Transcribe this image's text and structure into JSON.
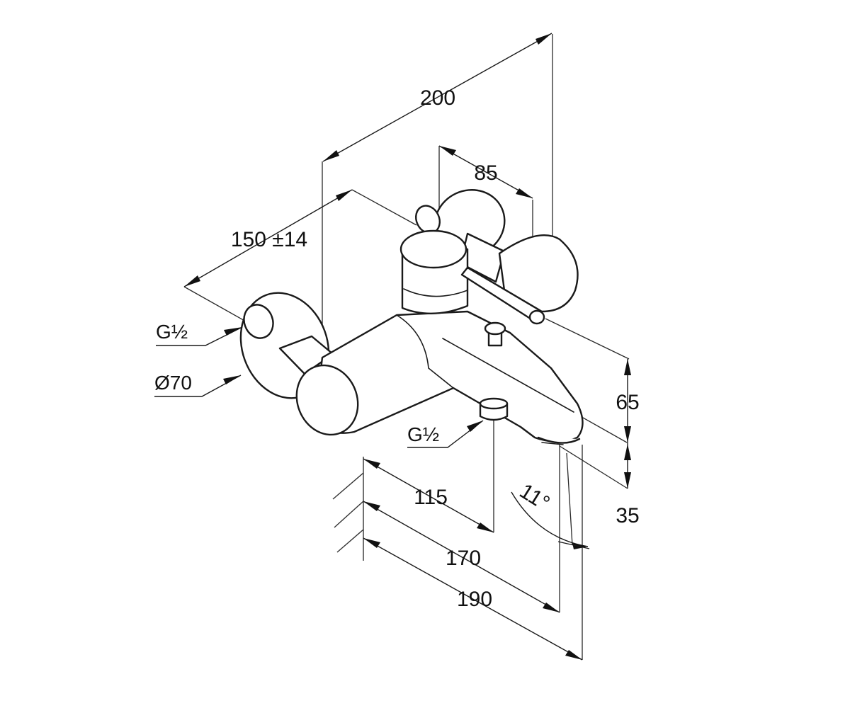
{
  "dimensions": {
    "overall_width": "200",
    "inlet_to_outlet": "85",
    "connection_spacing": "150 ±14",
    "height_upper": "65",
    "height_lower": "35",
    "spout_depth_1": "115",
    "spout_depth_2": "170",
    "spout_depth_3": "190",
    "spout_angle": "11°"
  },
  "labels": {
    "inlet_thread": "G½",
    "rosette_diameter": "Ø70",
    "outlet_thread": "G½"
  }
}
